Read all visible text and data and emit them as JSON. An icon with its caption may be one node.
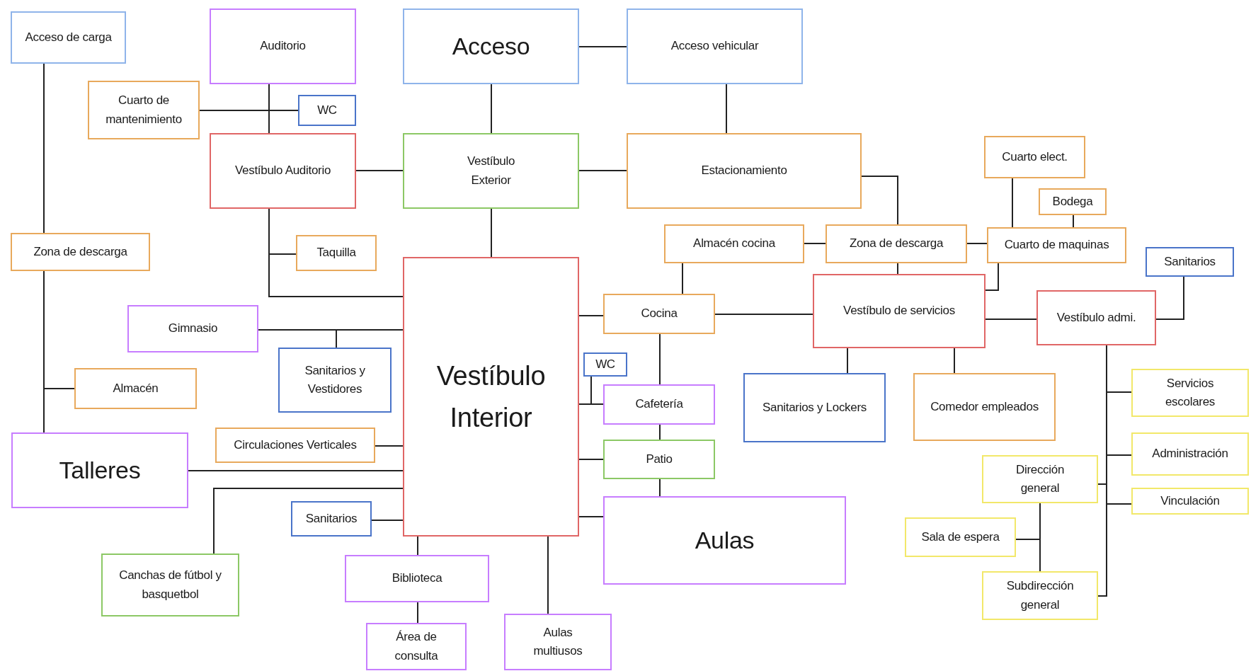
{
  "diagram": {
    "nodes": [
      {
        "text": [
          "Acceso de carga"
        ]
      },
      {
        "text": [
          "Auditorio"
        ]
      },
      {
        "text": [
          "Acceso"
        ]
      },
      {
        "text": [
          "Acceso vehicular"
        ]
      },
      {
        "text": [
          "Cuarto de mantenimiento"
        ]
      },
      {
        "text": [
          "WC"
        ]
      },
      {
        "text": [
          "Vestíbulo Auditorio"
        ]
      },
      {
        "text": [
          "Vestíbulo Exterior"
        ]
      },
      {
        "text": [
          "Estacionamiento"
        ]
      },
      {
        "text": [
          "Cuarto elect."
        ]
      },
      {
        "text": [
          "Bodega"
        ]
      },
      {
        "text": [
          "Zona de descarga"
        ]
      },
      {
        "text": [
          "Taquilla"
        ]
      },
      {
        "text": [
          "Almacén cocina"
        ]
      },
      {
        "text": [
          "Zona de descarga"
        ]
      },
      {
        "text": [
          "Cuarto de maquinas"
        ]
      },
      {
        "text": [
          "Sanitarios"
        ]
      },
      {
        "text": [
          "Vestíbulo Interior"
        ]
      },
      {
        "text": [
          "Vestíbulo de servicios"
        ]
      },
      {
        "text": [
          "Gimnasio"
        ]
      },
      {
        "text": [
          "Cocina"
        ]
      },
      {
        "text": [
          "Vestíbulo admi."
        ]
      },
      {
        "text": [
          "Sanitarios y Vestidores"
        ]
      },
      {
        "text": [
          "WC"
        ]
      },
      {
        "text": [
          "Almacén"
        ]
      },
      {
        "text": [
          "Cafetería"
        ]
      },
      {
        "text": [
          "Sanitarios y Lockers"
        ]
      },
      {
        "text": [
          "Comedor empleados"
        ]
      },
      {
        "text": [
          "Servicios escolares"
        ]
      },
      {
        "text": [
          "Talleres"
        ]
      },
      {
        "text": [
          "Circulaciones Verticales"
        ]
      },
      {
        "text": [
          "Patio"
        ]
      },
      {
        "text": [
          "Administración"
        ]
      },
      {
        "text": [
          "Dirección general"
        ]
      },
      {
        "text": [
          "Vinculación"
        ]
      },
      {
        "text": [
          "Sanitarios"
        ]
      },
      {
        "text": [
          "Aulas"
        ]
      },
      {
        "text": [
          "Sala de espera"
        ]
      },
      {
        "text": [
          "Canchas de fútbol y basquetbol"
        ]
      },
      {
        "text": [
          "Biblioteca"
        ]
      },
      {
        "text": [
          "Subdirección general"
        ]
      },
      {
        "text": [
          "Área de consulta"
        ]
      },
      {
        "text": [
          "Aulas multiusos"
        ]
      }
    ],
    "edges": [
      {
        "from": 0,
        "to": 11,
        "arrow": "none"
      },
      {
        "from": 11,
        "to": 29,
        "arrow": "none"
      },
      {
        "from": 11,
        "to": 24,
        "arrow": "none"
      },
      {
        "from": 1,
        "to": 6,
        "arrow": "none"
      },
      {
        "from": 4,
        "to": 5,
        "arrow": "none"
      },
      {
        "from": 2,
        "to": 3,
        "arrow": "none"
      },
      {
        "from": 2,
        "to": 7,
        "arrow": "none"
      },
      {
        "from": 3,
        "to": 8,
        "arrow": "none"
      },
      {
        "from": 6,
        "to": 7,
        "arrow": "none"
      },
      {
        "from": 7,
        "to": 8,
        "arrow": "none"
      },
      {
        "from": 7,
        "to": 17,
        "arrow": "none"
      },
      {
        "from": 6,
        "to": 12,
        "arrow": "none"
      },
      {
        "from": 6,
        "to": 17,
        "arrow": "none"
      },
      {
        "from": 8,
        "to": 14,
        "arrow": "none"
      },
      {
        "from": 13,
        "to": 14,
        "arrow": "none"
      },
      {
        "from": 14,
        "to": 15,
        "arrow": "none"
      },
      {
        "from": 9,
        "to": 15,
        "arrow": "none"
      },
      {
        "from": 10,
        "to": 15,
        "arrow": "none"
      },
      {
        "from": 14,
        "to": 18,
        "arrow": "none"
      },
      {
        "from": 15,
        "to": 18,
        "arrow": "none"
      },
      {
        "from": 13,
        "to": 20,
        "arrow": "none"
      },
      {
        "from": 20,
        "to": 18,
        "arrow": "none"
      },
      {
        "from": 17,
        "to": 20,
        "arrow": "none"
      },
      {
        "from": 18,
        "to": 21,
        "arrow": "none"
      },
      {
        "from": 21,
        "to": 16,
        "arrow": "none"
      },
      {
        "from": 18,
        "to": 26,
        "arrow": "none"
      },
      {
        "from": 18,
        "to": 27,
        "arrow": "none"
      },
      {
        "from": 19,
        "to": 17,
        "arrow": "none"
      },
      {
        "from": 19,
        "to": 22,
        "arrow": "none"
      },
      {
        "from": 20,
        "to": 25,
        "arrow": "none"
      },
      {
        "from": 17,
        "to": 25,
        "arrow": "none"
      },
      {
        "from": 23,
        "to": 25,
        "arrow": "none"
      },
      {
        "from": 25,
        "to": 31,
        "arrow": "none"
      },
      {
        "from": 17,
        "to": 31,
        "arrow": "none"
      },
      {
        "from": 31,
        "to": 36,
        "arrow": "none"
      },
      {
        "from": 17,
        "to": 36,
        "arrow": "none"
      },
      {
        "from": 30,
        "to": 17,
        "arrow": "none"
      },
      {
        "from": 29,
        "to": 17,
        "arrow": "none"
      },
      {
        "from": 38,
        "to": 17,
        "arrow": "none"
      },
      {
        "from": 35,
        "to": 17,
        "arrow": "none"
      },
      {
        "from": 17,
        "to": 39,
        "arrow": "none"
      },
      {
        "from": 39,
        "to": 41,
        "arrow": "none"
      },
      {
        "from": 17,
        "to": 42,
        "arrow": "none"
      },
      {
        "from": 21,
        "to": 28,
        "arrow": "none"
      },
      {
        "from": 21,
        "to": 32,
        "arrow": "none"
      },
      {
        "from": 21,
        "to": 34,
        "arrow": "none"
      },
      {
        "from": 21,
        "to": 33,
        "arrow": "none"
      },
      {
        "from": 21,
        "to": 40,
        "arrow": "none"
      },
      {
        "from": 33,
        "to": 40,
        "arrow": "none"
      },
      {
        "from": 33,
        "to": 37,
        "arrow": "none"
      }
    ]
  }
}
